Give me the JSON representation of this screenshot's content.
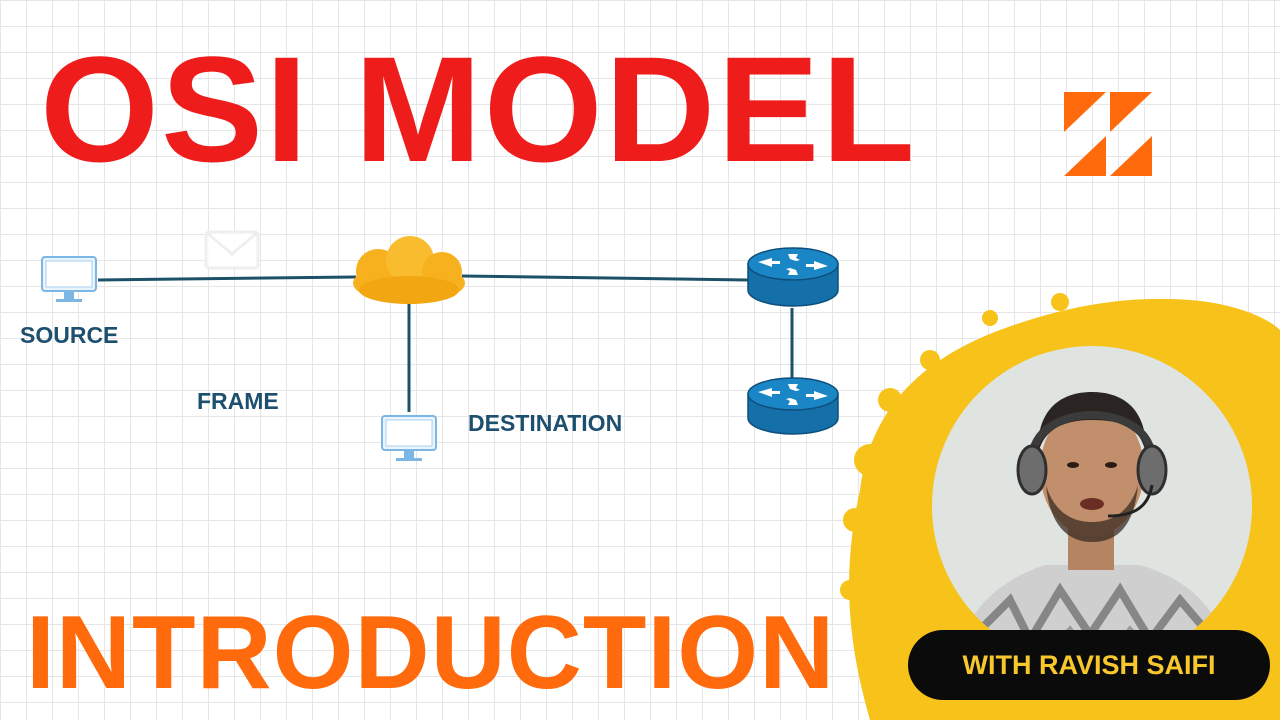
{
  "title": "OSI MODEL",
  "subtitle": "INTRODUCTION",
  "diagram": {
    "labels": {
      "source": "SOURCE",
      "frame": "FRAME",
      "destination": "DESTINATION"
    }
  },
  "presenter": {
    "badge": "WITH RAVISH SAIFI"
  },
  "colors": {
    "title": "#ef1c1c",
    "subtitle": "#ff6a0c",
    "logo": "#ff6a0c",
    "labels": "#1d4f6e",
    "links": "#1c5168",
    "cloud": "#f7b01e",
    "router": "#1b86c6",
    "badge_bg": "#0b0b0b",
    "badge_text": "#f7c72c",
    "brush": "#f7c21a"
  },
  "icons": [
    "computer-icon",
    "cloud-icon",
    "router-icon",
    "logo-icon",
    "envelope-icon"
  ]
}
